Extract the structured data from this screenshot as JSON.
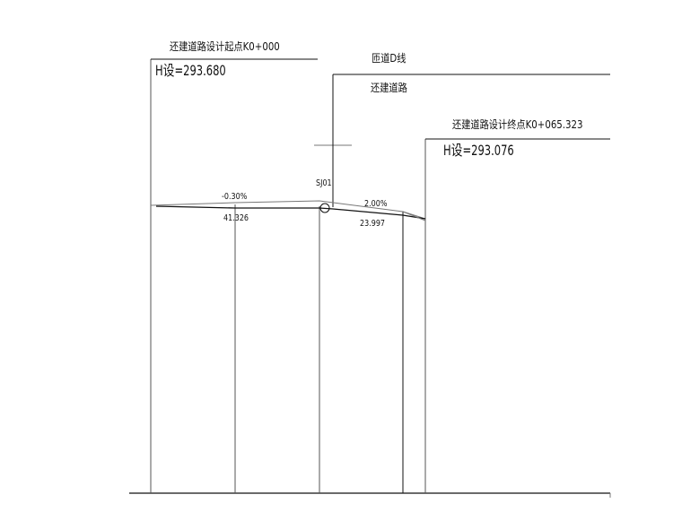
{
  "drawing": {
    "start_point": {
      "title": "还建道路设计起点K0+000",
      "elevation": "H设=293.680"
    },
    "ramp": {
      "title": "匝道D线",
      "subtitle": "还建道路"
    },
    "end_point": {
      "title": "还建道路设计终点K0+065.323",
      "elevation": "H设=293.076"
    },
    "grade_1": {
      "slope": "-0.30%",
      "length": "41.326"
    },
    "grade_2": {
      "slope": "2.00%",
      "length": "23.997"
    },
    "vertical_curve": {
      "label": "SJ01"
    },
    "colors": {
      "line": "#111111",
      "grey_line": "#777777",
      "background": "#ffffff"
    }
  }
}
